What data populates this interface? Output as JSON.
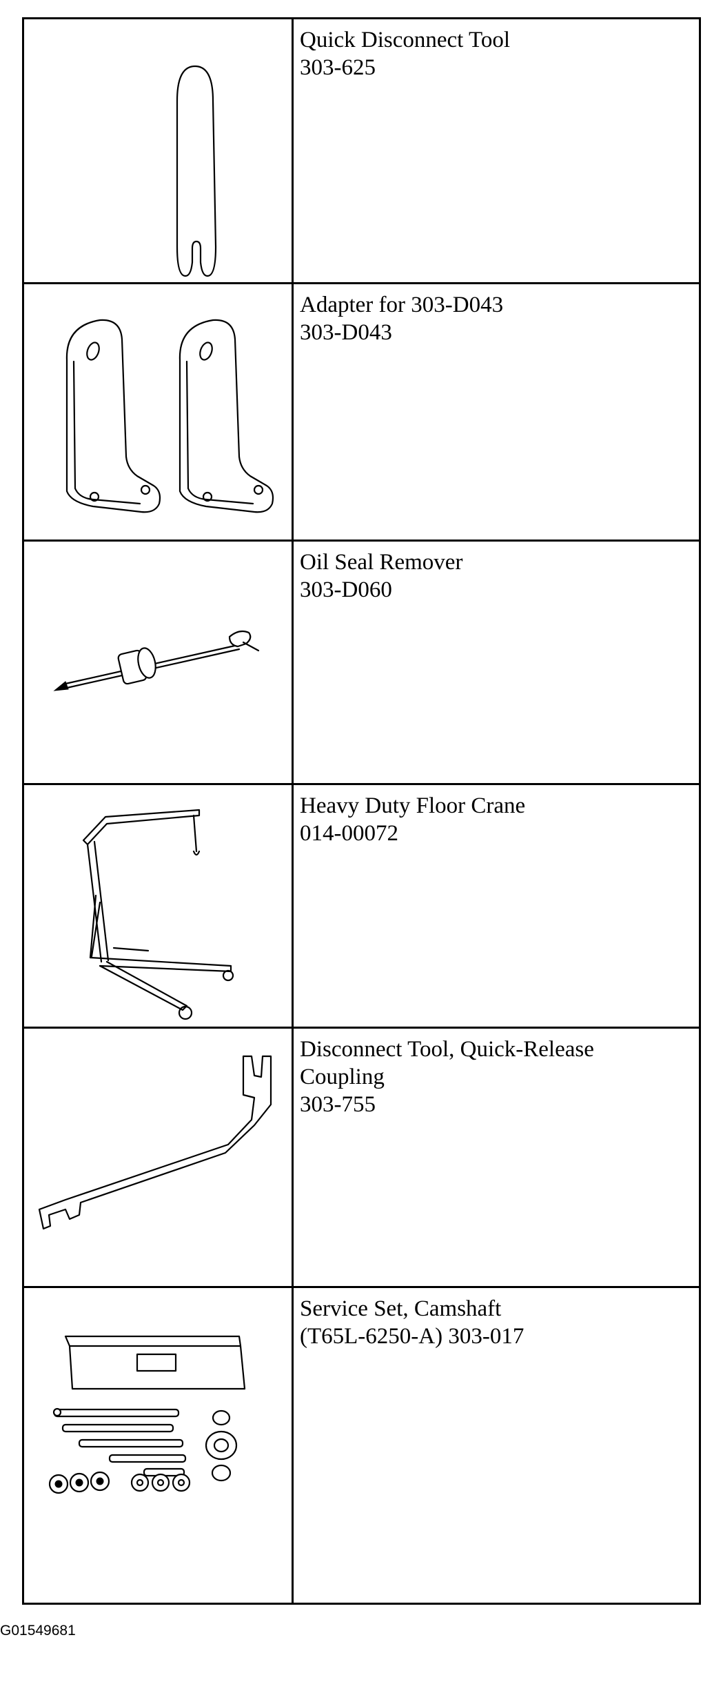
{
  "tools": [
    {
      "name": "Quick Disconnect Tool",
      "number": "303-625",
      "illustration": "quick-disconnect-tool-icon"
    },
    {
      "name": "Adapter for 303-D043",
      "number": "303-D043",
      "illustration": "adapter-brackets-icon"
    },
    {
      "name": "Oil Seal Remover",
      "number": "303-D060",
      "illustration": "oil-seal-remover-icon"
    },
    {
      "name": "Heavy Duty Floor Crane",
      "number": "014-00072",
      "illustration": "floor-crane-icon"
    },
    {
      "name_line1": "Disconnect Tool, Quick-Release",
      "name_line2": "Coupling",
      "number": "303-755",
      "illustration": "coupling-disconnect-tool-icon"
    },
    {
      "name": "Service Set, Camshaft",
      "number": "(T65L-6250-A) 303-017",
      "illustration": "camshaft-service-set-icon"
    }
  ],
  "figure_code": "G01549681"
}
